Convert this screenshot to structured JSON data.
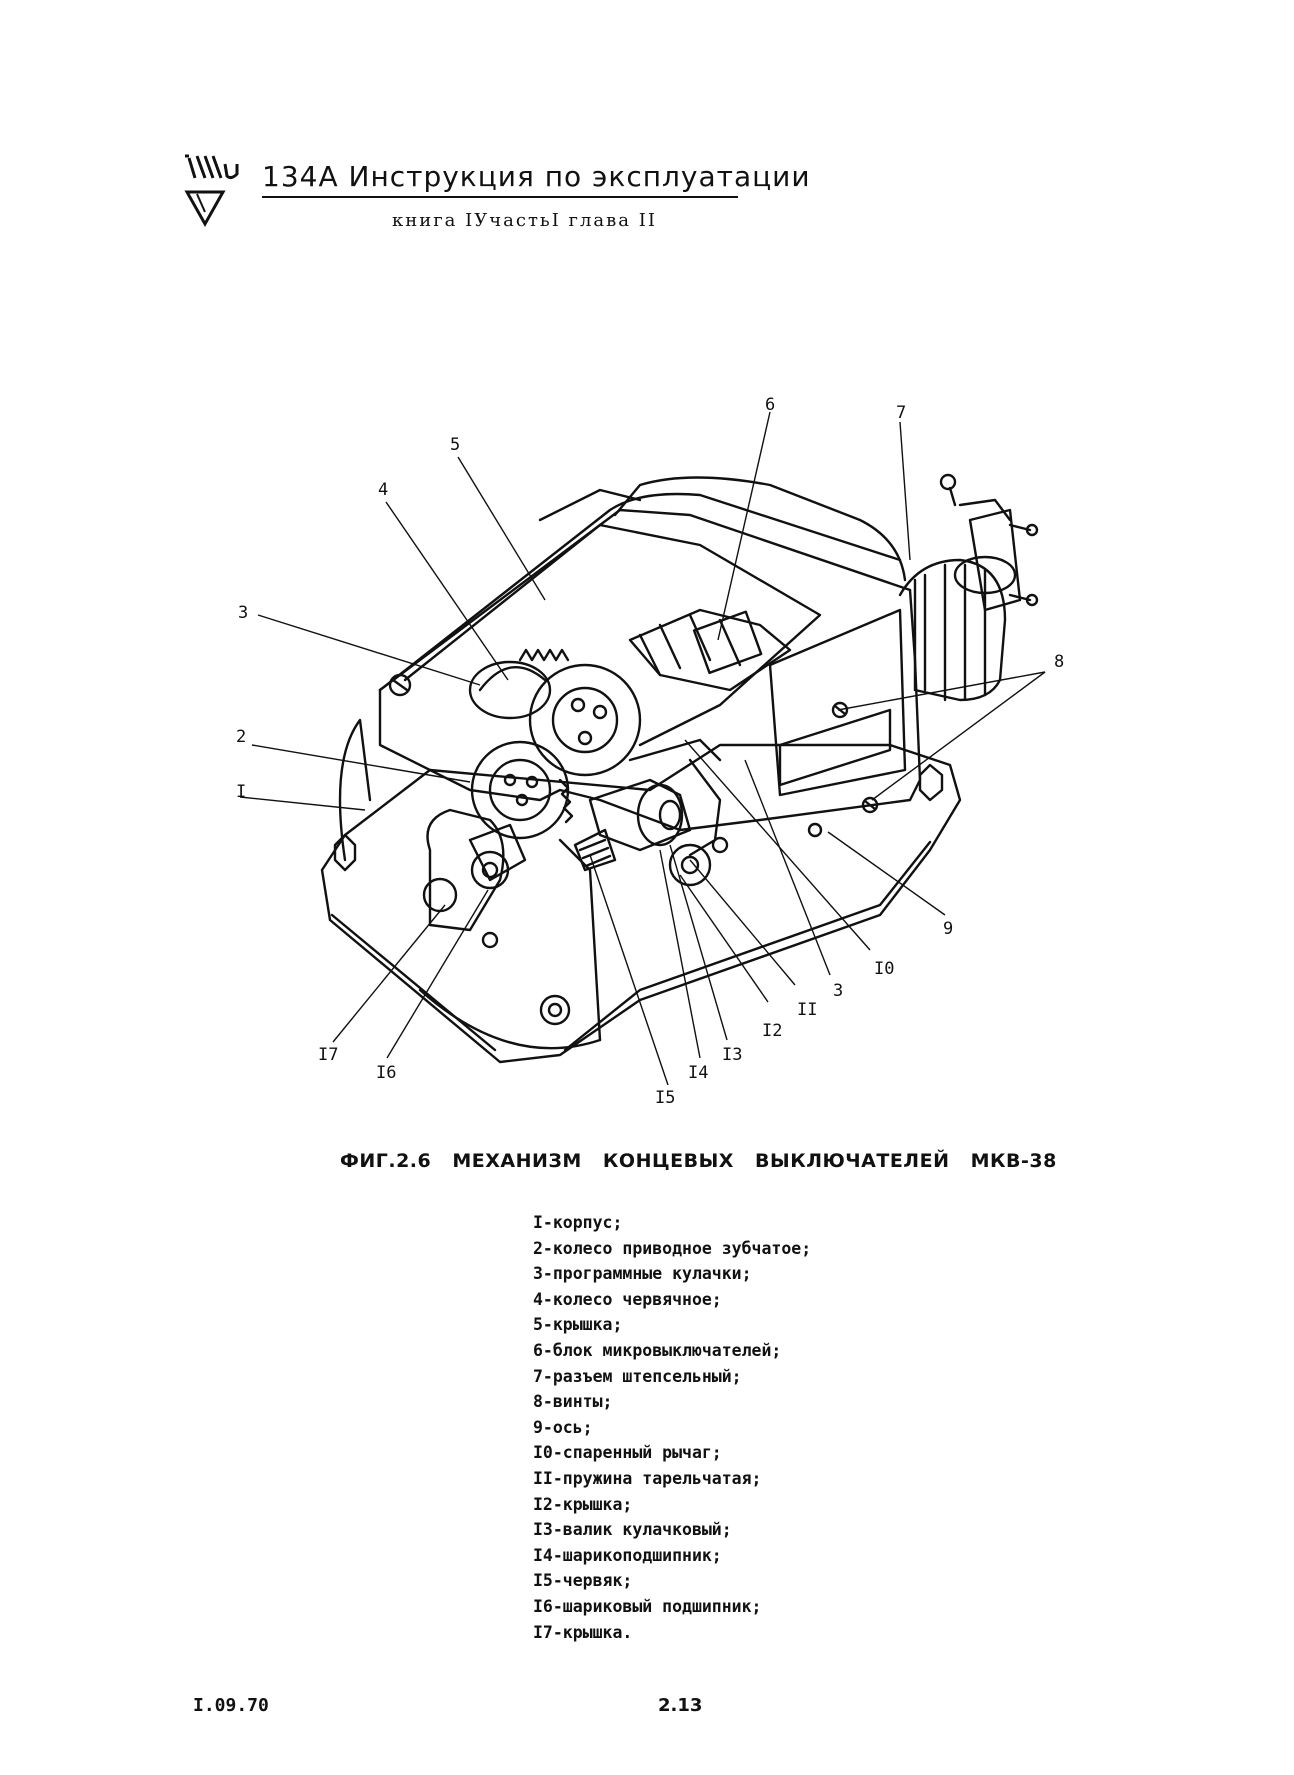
{
  "header": {
    "logo_text": "VIIIu",
    "title": "134А Инструкция по эксплуатации",
    "subtitle": "книга IУчастьI глава II"
  },
  "figure": {
    "callouts": [
      "6",
      "7",
      "5",
      "4",
      "3",
      "8",
      "2",
      "I",
      "9",
      "I0",
      "3",
      "II",
      "I2",
      "I3",
      "I7",
      "I4",
      "I6",
      "I5"
    ],
    "caption": "ФИГ.2.6 МЕХАНИЗМ КОНЦЕВЫХ ВЫКЛЮЧАТЕЛЕЙ МКВ-38"
  },
  "legend": [
    "I-корпус;",
    "2-колесо приводное зубчатое;",
    "3-программные кулачки;",
    "4-колесо червячное;",
    "5-крышка;",
    "6-блок микровыключателей;",
    "7-разъем штепсельный;",
    "8-винты;",
    "9-ось;",
    "I0-спаренный рычаг;",
    "II-пружина тарельчатая;",
    "I2-крышка;",
    "I3-валик кулачковый;",
    "I4-шарикоподшипник;",
    "I5-червяк;",
    "I6-шариковый подшипник;",
    "I7-крышка."
  ],
  "footer": {
    "date": "I.09.70",
    "page_number": "2.13"
  }
}
